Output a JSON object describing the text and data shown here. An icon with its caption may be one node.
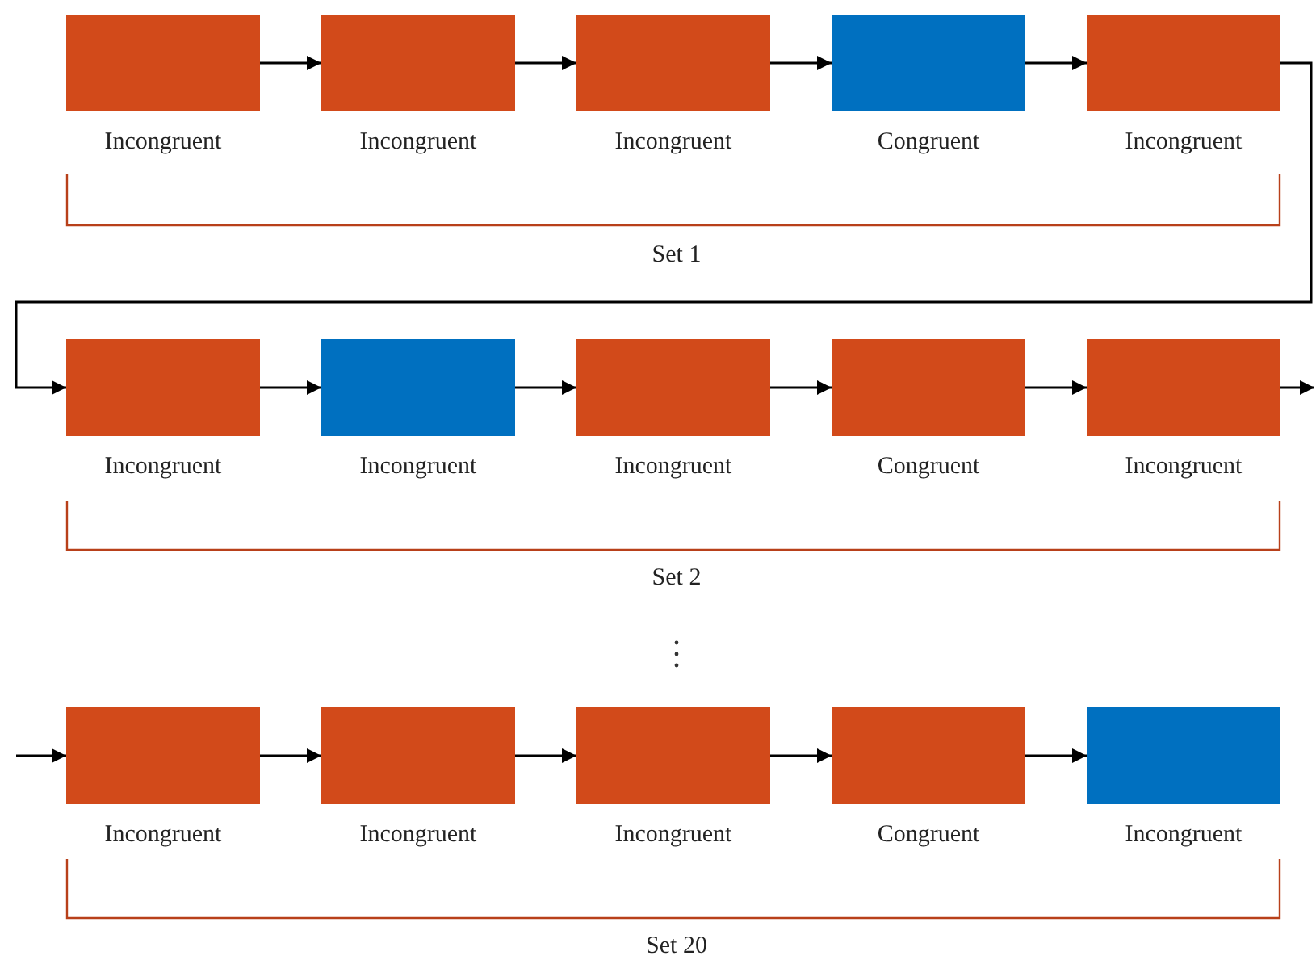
{
  "diagram": {
    "nodes": [
      {
        "text": [
          "Incongruent"
        ]
      },
      {
        "text": [
          "Incongruent"
        ]
      },
      {
        "text": [
          "Incongruent"
        ]
      },
      {
        "text": [
          "Congruent"
        ]
      },
      {
        "text": [
          "Incongruent"
        ]
      },
      {
        "text": [
          "Incongruent"
        ]
      },
      {
        "text": [
          "Incongruent"
        ]
      },
      {
        "text": [
          "Incongruent"
        ]
      },
      {
        "text": [
          "Congruent"
        ]
      },
      {
        "text": [
          "Incongruent"
        ]
      },
      {
        "text": [
          "Incongruent"
        ]
      },
      {
        "text": [
          "Incongruent"
        ]
      },
      {
        "text": [
          "Incongruent"
        ]
      },
      {
        "text": [
          "Congruent"
        ]
      },
      {
        "text": [
          "Incongruent"
        ]
      }
    ],
    "edges": [
      {
        "from": 0,
        "to": 1,
        "arrow": "to"
      },
      {
        "from": 1,
        "to": 2,
        "arrow": "to"
      },
      {
        "from": 2,
        "to": 3,
        "arrow": "to"
      },
      {
        "from": 3,
        "to": 4,
        "arrow": "to"
      },
      {
        "from": 4,
        "to": 5,
        "arrow": "to"
      },
      {
        "from": 5,
        "to": 6,
        "arrow": "to"
      },
      {
        "from": 6,
        "to": 7,
        "arrow": "to"
      },
      {
        "from": 7,
        "to": 8,
        "arrow": "to"
      },
      {
        "from": 8,
        "to": 9,
        "arrow": "to"
      },
      {
        "from": 9,
        "to": null,
        "arrow": "to"
      },
      {
        "from": null,
        "to": 10,
        "arrow": "to"
      },
      {
        "from": 10,
        "to": 11,
        "arrow": "to"
      },
      {
        "from": 11,
        "to": 12,
        "arrow": "to"
      },
      {
        "from": 12,
        "to": 13,
        "arrow": "to"
      },
      {
        "from": 13,
        "to": 14,
        "arrow": "to"
      }
    ],
    "labels": [
      "Set 1",
      "Set 2",
      "Set 20"
    ]
  }
}
